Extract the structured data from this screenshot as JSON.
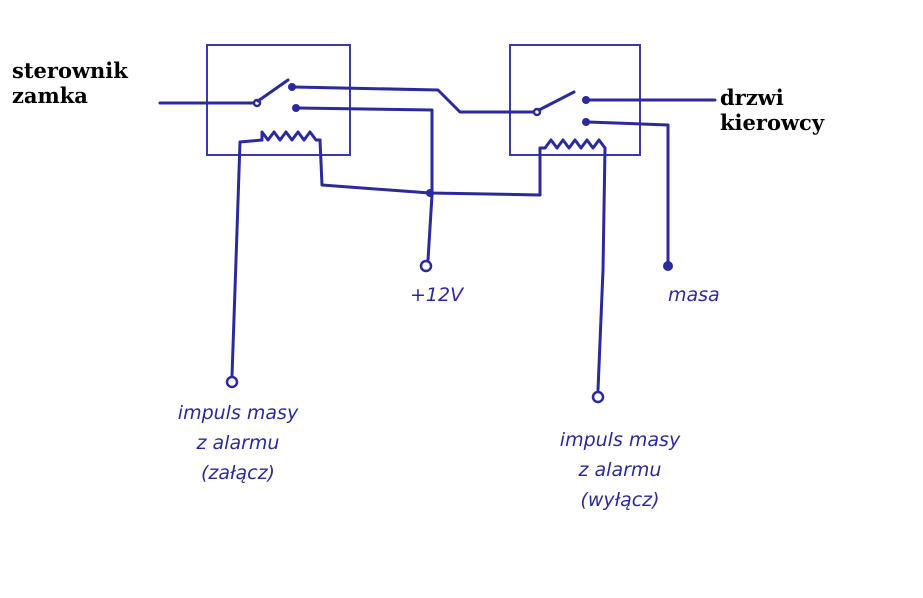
{
  "labels": {
    "controller_line1": "sterownik",
    "controller_line2": "zamka",
    "door_line1": "drzwi",
    "door_line2": "kierowcy",
    "supply": "+12V",
    "ground": "masa",
    "left_pulse_line1": "impuls masy",
    "left_pulse_line2": "z alarmu",
    "left_pulse_line3": "(załącz)",
    "right_pulse_line1": "impuls masy",
    "right_pulse_line2": "z alarmu",
    "right_pulse_line3": "(wyłącz)"
  },
  "colors": {
    "ink": "#2b2a9c",
    "text": "#000000"
  }
}
